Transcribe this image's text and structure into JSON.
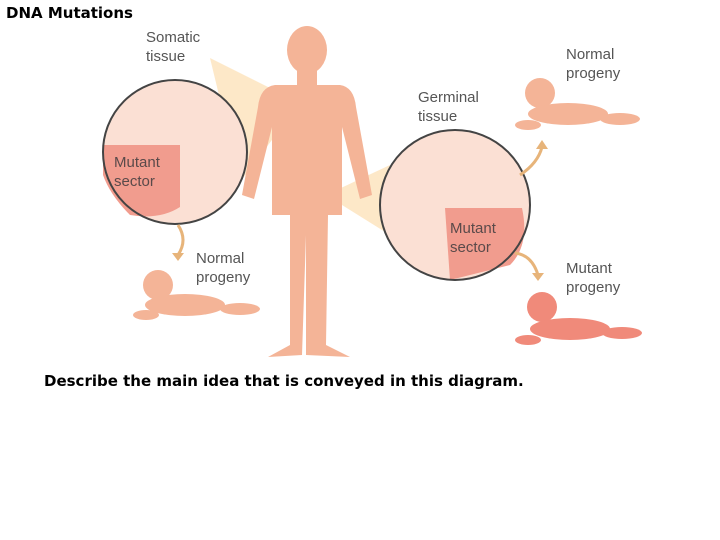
{
  "slide": {
    "title": "DNA Mutations",
    "question": "Describe the main idea that is conveyed in this diagram."
  },
  "diagram": {
    "labels": {
      "somatic_tissue": [
        "Somatic",
        "tissue"
      ],
      "germinal_tissue": [
        "Germinal",
        "tissue"
      ],
      "mutant_sector_somatic": [
        "Mutant",
        "sector"
      ],
      "mutant_sector_germinal": [
        "Mutant",
        "sector"
      ],
      "normal_progeny_somatic": [
        "Normal",
        "progeny"
      ],
      "normal_progeny_germinal": [
        "Normal",
        "progeny"
      ],
      "mutant_progeny": [
        "Mutant",
        "progeny"
      ]
    },
    "colors": {
      "body": "#f4b497",
      "circle_fill": "#fbe0d4",
      "circle_stroke": "#444444",
      "mutant_sector": "#f19c8e",
      "callout_cone": "#fde6c2",
      "normal_baby": "#f4b497",
      "mutant_baby": "#f08a7a",
      "arrow": "#e7b47a"
    }
  }
}
